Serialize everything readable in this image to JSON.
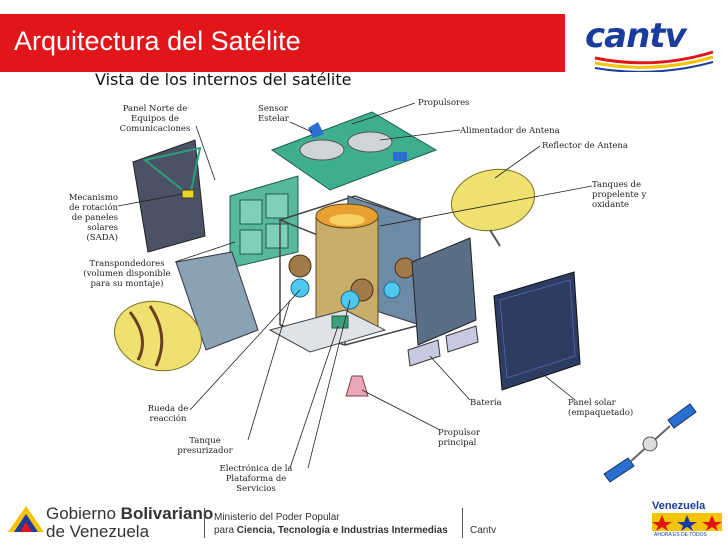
{
  "header": {
    "title": "Arquitectura del Satélite",
    "brand": "cantv",
    "accent_color": "#e0161b",
    "brand_color": "#1a3c9c"
  },
  "diagram": {
    "title": "Vista de los internos del satélite",
    "labels": {
      "panel_norte": [
        "Panel Norte de",
        "Equipos de",
        "Comunicaciones"
      ],
      "sensor": [
        "Sensor",
        "Estelar"
      ],
      "propulsores": [
        "Propulsores"
      ],
      "alimentador": [
        "Alimentador de Antena"
      ],
      "reflector": [
        "Reflector de Antena"
      ],
      "tanques": [
        "Tanques de",
        "propelente y",
        "oxidante"
      ],
      "mecanismo": [
        "Mecanismo",
        "de rotación",
        "de paneles",
        "solares",
        "(SADA)"
      ],
      "transpondedores": [
        "Transpondedores",
        "(volumen disponible",
        "para su montaje)"
      ],
      "rueda": [
        "Rueda de",
        "reacción"
      ],
      "tanque": [
        "Tanque",
        "presurizador"
      ],
      "electronica": [
        "Electrónica de la",
        "Plataforma de",
        "Servicios"
      ],
      "propulsor": [
        "Propulsor",
        "principal"
      ],
      "bateria": [
        "Batería"
      ],
      "panel_solar": [
        "Panel solar",
        "(empaquetado)"
      ]
    }
  },
  "footer": {
    "gov_line1_regular": "Gobierno ",
    "gov_line1_bold": "Bolivariano",
    "gov_line2": "de Venezuela",
    "ministry_line1": "Ministerio del Poder Popular",
    "ministry_line2_prefix": "para ",
    "ministry_line2_bold": "Ciencia, Tecnología e Industrias Intermedias",
    "cantv": "Cantv",
    "venezuela": "Venezuela",
    "venezuela_tagline": "AHORA ES DE TODOS"
  }
}
